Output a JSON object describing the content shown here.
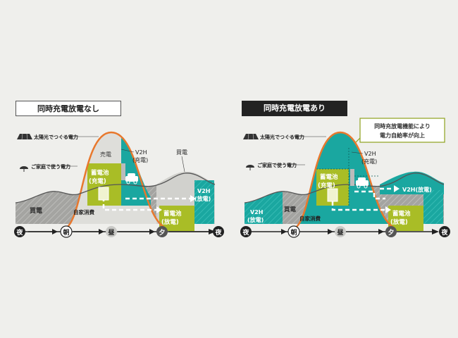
{
  "left_panel": {
    "title": "同時充電放電なし",
    "legend_solar": "太陽光でつくる電力",
    "legend_home": "ご家庭で使う電力",
    "label_sell": "売電",
    "label_v2h_charge": [
      "V2H",
      "(充電)"
    ],
    "label_buy_top": "買電",
    "label_battery_charge": [
      "蓄電池",
      "(充電)"
    ],
    "label_v2h_discharge": [
      "V2H",
      "(放電)"
    ],
    "label_buy_bottom": "買電",
    "label_self": "自家消費",
    "label_battery_discharge": [
      "蓄電池",
      "(放電)"
    ]
  },
  "right_panel": {
    "title": "同時充電放電あり",
    "callout": [
      "同時充放電機能により",
      "電力自給率が向上"
    ],
    "legend_solar": "太陽光でつくる電力",
    "legend_home": "ご家庭で使う電力",
    "label_v2h_charge": [
      "V2H",
      "(充電)"
    ],
    "label_battery_charge": [
      "蓄電池",
      "(充電)"
    ],
    "label_v2h_discharge_top": "V2H(放電)",
    "label_v2h_discharge_left": [
      "V2H",
      "(放電)"
    ],
    "label_buy": "買電",
    "label_self": "自家消費",
    "label_battery_discharge": [
      "蓄電池",
      "(放電)"
    ]
  },
  "timeline": [
    "夜",
    "朝",
    "昼",
    "夕",
    "夜"
  ],
  "colors": {
    "teal": "#1aa7a0",
    "green": "#a9bd26",
    "gray": "#9b9b98",
    "light_gray": "#d1d1cd",
    "orange": "#e8782d",
    "dark": "#2a2a2a"
  },
  "icons": [
    "solar-panel-icon",
    "lamp-icon",
    "ev-car-icon",
    "ev-charger-icon",
    "battery-icon"
  ]
}
